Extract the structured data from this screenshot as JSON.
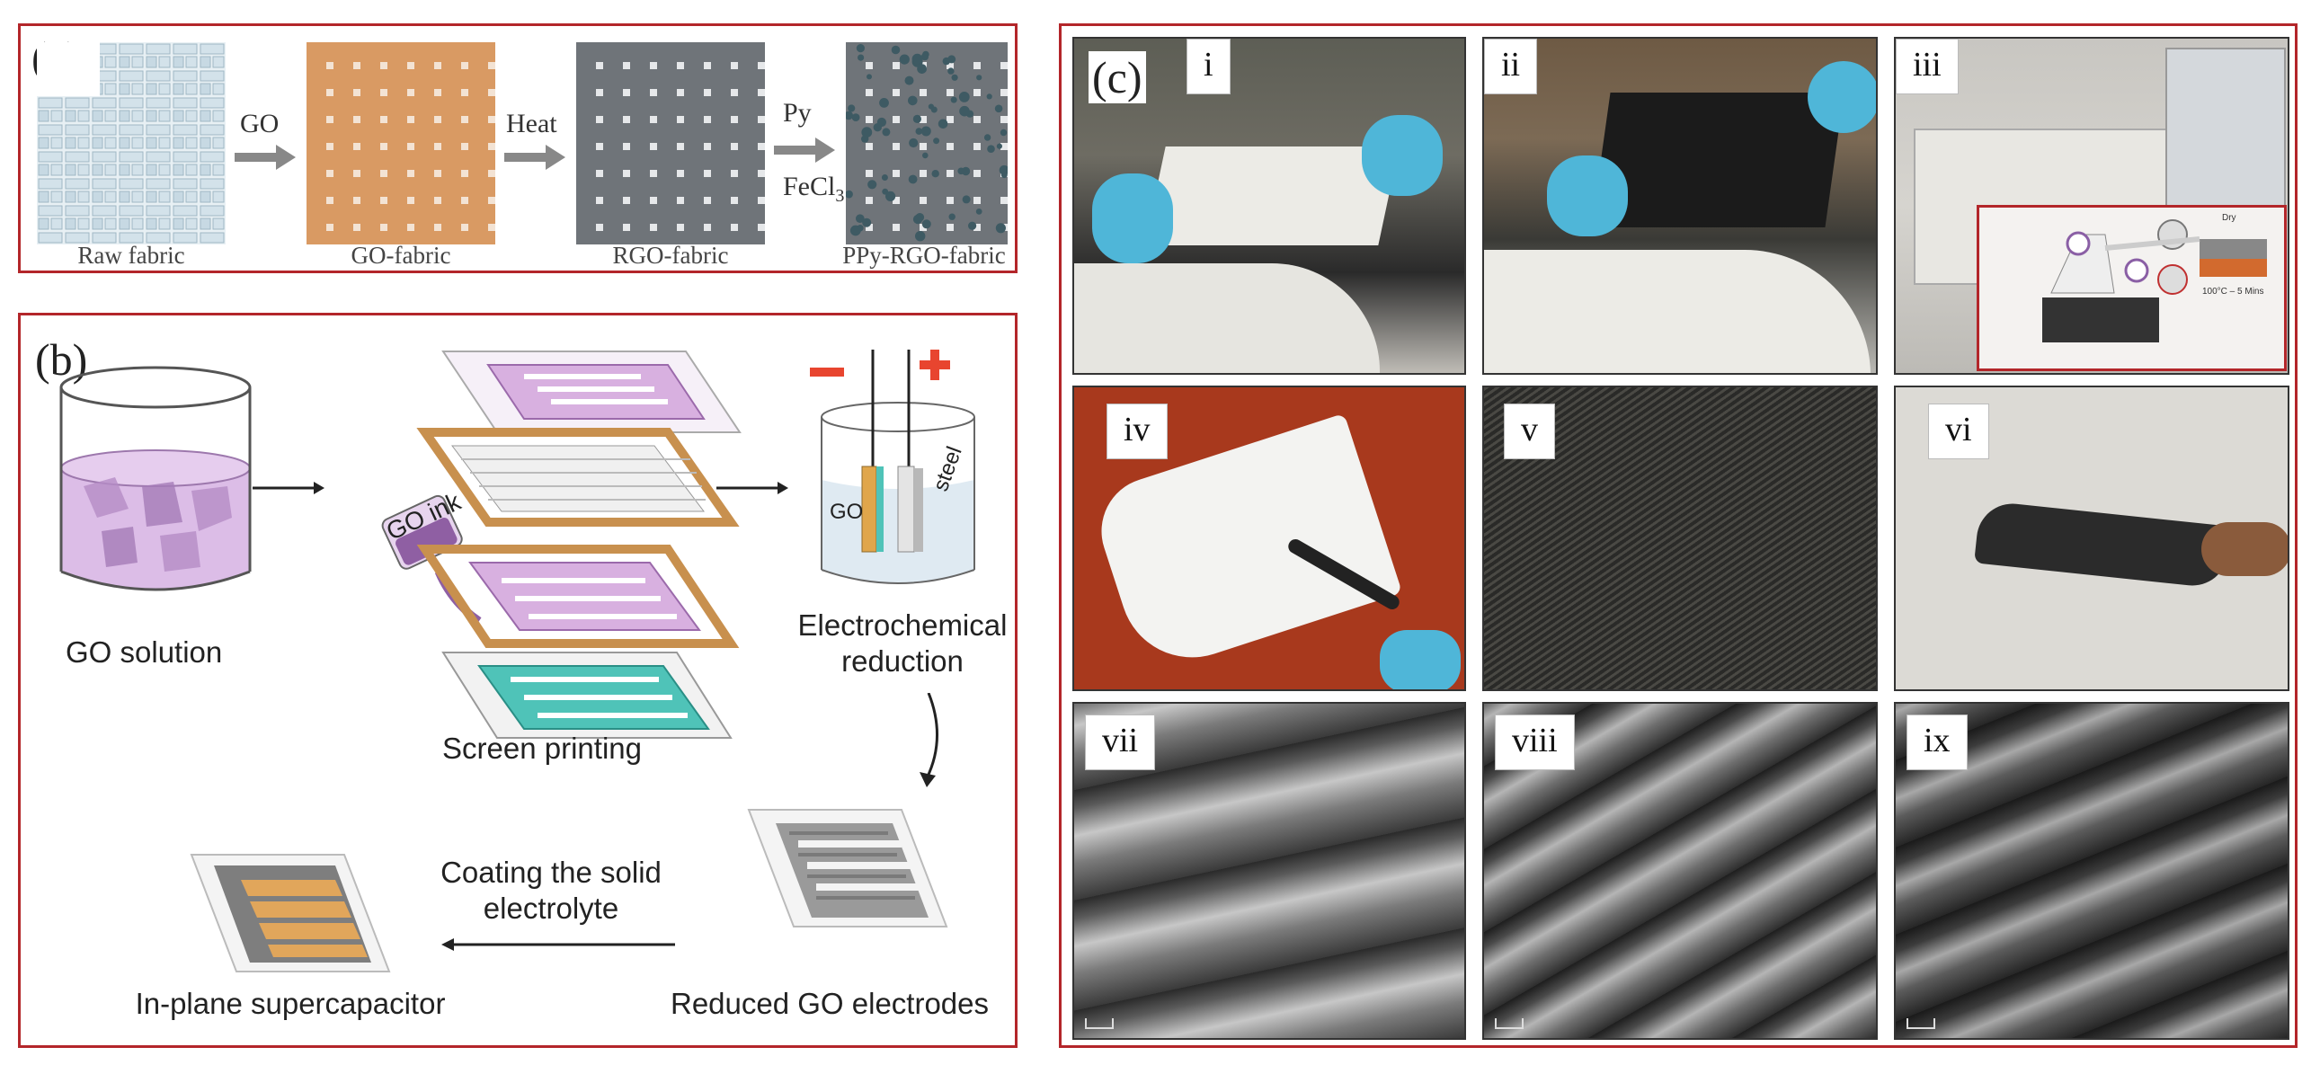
{
  "panel_a": {
    "label": "(a)",
    "steps": [
      {
        "caption": "Raw fabric"
      },
      {
        "caption": "GO-fabric"
      },
      {
        "caption": "RGO-fabric"
      },
      {
        "caption": "PPy-RGO-fabric"
      }
    ],
    "arrows": [
      {
        "top": "GO",
        "bottom": ""
      },
      {
        "top": "Heat",
        "bottom": ""
      },
      {
        "top": "Py",
        "bottom": "FeCl"
      }
    ],
    "fecl_subscript": "3",
    "colors": {
      "raw": "#cfdfe8",
      "go": "#d99a63",
      "rgo": "#6f7479",
      "dot": "#3e5a63"
    }
  },
  "panel_b": {
    "label": "(b)",
    "go_solution": "GO solution",
    "go_ink": "GO ink",
    "screen_printing": "Screen printing",
    "electrochem_line1": "Electrochemical",
    "electrochem_line2": "reduction",
    "electrode_go": "GO",
    "electrode_steel": "steel",
    "minus": "−",
    "plus": "+",
    "coating_line1": "Coating the solid",
    "coating_line2": "electrolyte",
    "reduced": "Reduced GO electrodes",
    "supercap": "In-plane supercapacitor",
    "colors": {
      "purple": "#c49ad2",
      "orange": "#c8904e",
      "teal": "#4fc3b8",
      "red": "#e8452f"
    }
  },
  "panel_c": {
    "label": "(c)",
    "photos": [
      {
        "label": "i"
      },
      {
        "label": "ii"
      },
      {
        "label": "iii"
      },
      {
        "label": "iv"
      },
      {
        "label": "v"
      },
      {
        "label": "vi"
      },
      {
        "label": "vii"
      },
      {
        "label": "viii"
      },
      {
        "label": "ix"
      }
    ],
    "inset_dry": "Dry",
    "inset_temp": "100°C – 5 Mins"
  }
}
